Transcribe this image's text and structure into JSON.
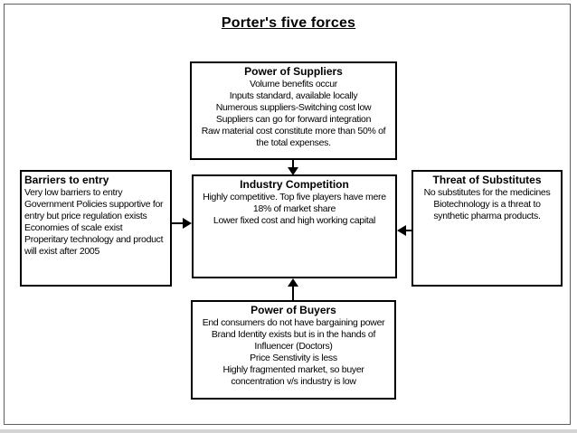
{
  "page": {
    "title": "Porter's five forces"
  },
  "diagram": {
    "top": {
      "title": "Power of Suppliers",
      "lines": [
        "Volume benefits occur",
        "Inputs standard, available locally",
        "Numerous suppliers-Switching cost low",
        "Suppliers can go for forward integration",
        "Raw material cost constitute more than 50% of the total expenses."
      ]
    },
    "left": {
      "title": "Barriers to entry",
      "lines": [
        "Very low barriers to entry",
        "Government Policies supportive for entry but price regulation exists",
        "Economies of scale exist",
        "Properitary technology and product will exist after 2005"
      ]
    },
    "center": {
      "title": "Industry Competition",
      "lines": [
        "Highly competitive. Top five players have mere 18% of market share",
        "Lower fixed cost and high working capital"
      ]
    },
    "right": {
      "title": "Threat of Substitutes",
      "lines": [
        "No substitutes for the medicines",
        "Biotechnology is a threat to synthetic pharma products."
      ]
    },
    "bottom": {
      "title": "Power of Buyers",
      "lines": [
        "End consumers do not have bargaining power",
        "Brand Identity exists but is in the hands of Influencer (Doctors)",
        "Price Senstivity is less",
        "Highly fragmented market, so buyer concentration v/s industry is low"
      ]
    }
  },
  "colors": {
    "box_border": "#000000",
    "text": "#000000",
    "frame_border": "#5f5f5f",
    "background": "#ffffff",
    "bottom_strip": "#d4d4d4"
  }
}
